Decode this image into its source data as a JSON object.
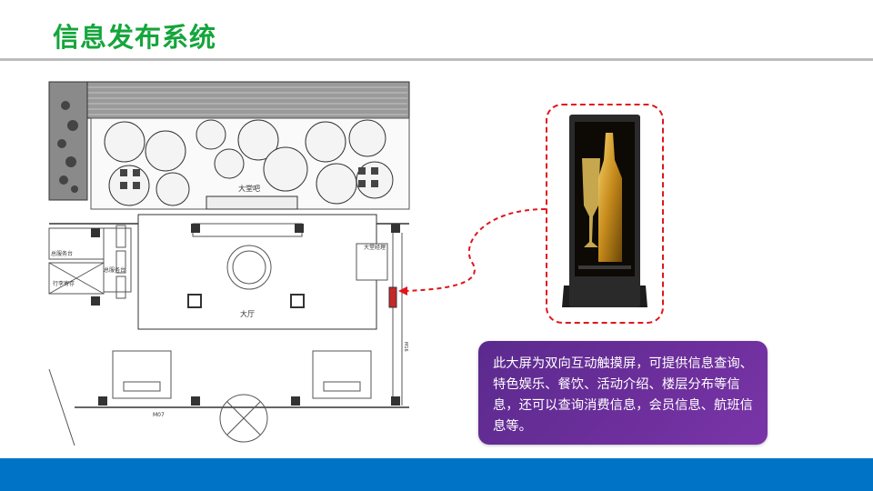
{
  "slide": {
    "title": "信息发布系统"
  },
  "floor_plan": {
    "labels": {
      "lobby_bar": "大堂吧",
      "hall": "大厅",
      "lobby_manager": "大堂经理",
      "left_room_1": "总服务台",
      "left_room_2": "行李寄存",
      "left_room_3": "总服务台",
      "bottom_code": "M07",
      "side_code": "M16"
    }
  },
  "callout": {
    "text": "此大屏为双向互动触摸屏，可提供信息查询、特色娱乐、餐饮、活动介绍、楼层分布等信息，还可以查询消费信息，会员信息、航班信息等。"
  },
  "colors": {
    "title_green": "#15a53c",
    "accent_red": "#e0161b",
    "callout_purple": "#5b2a8e",
    "footer_blue": "#0073c6"
  },
  "icons": {
    "kiosk": "touchscreen-kiosk-image"
  }
}
